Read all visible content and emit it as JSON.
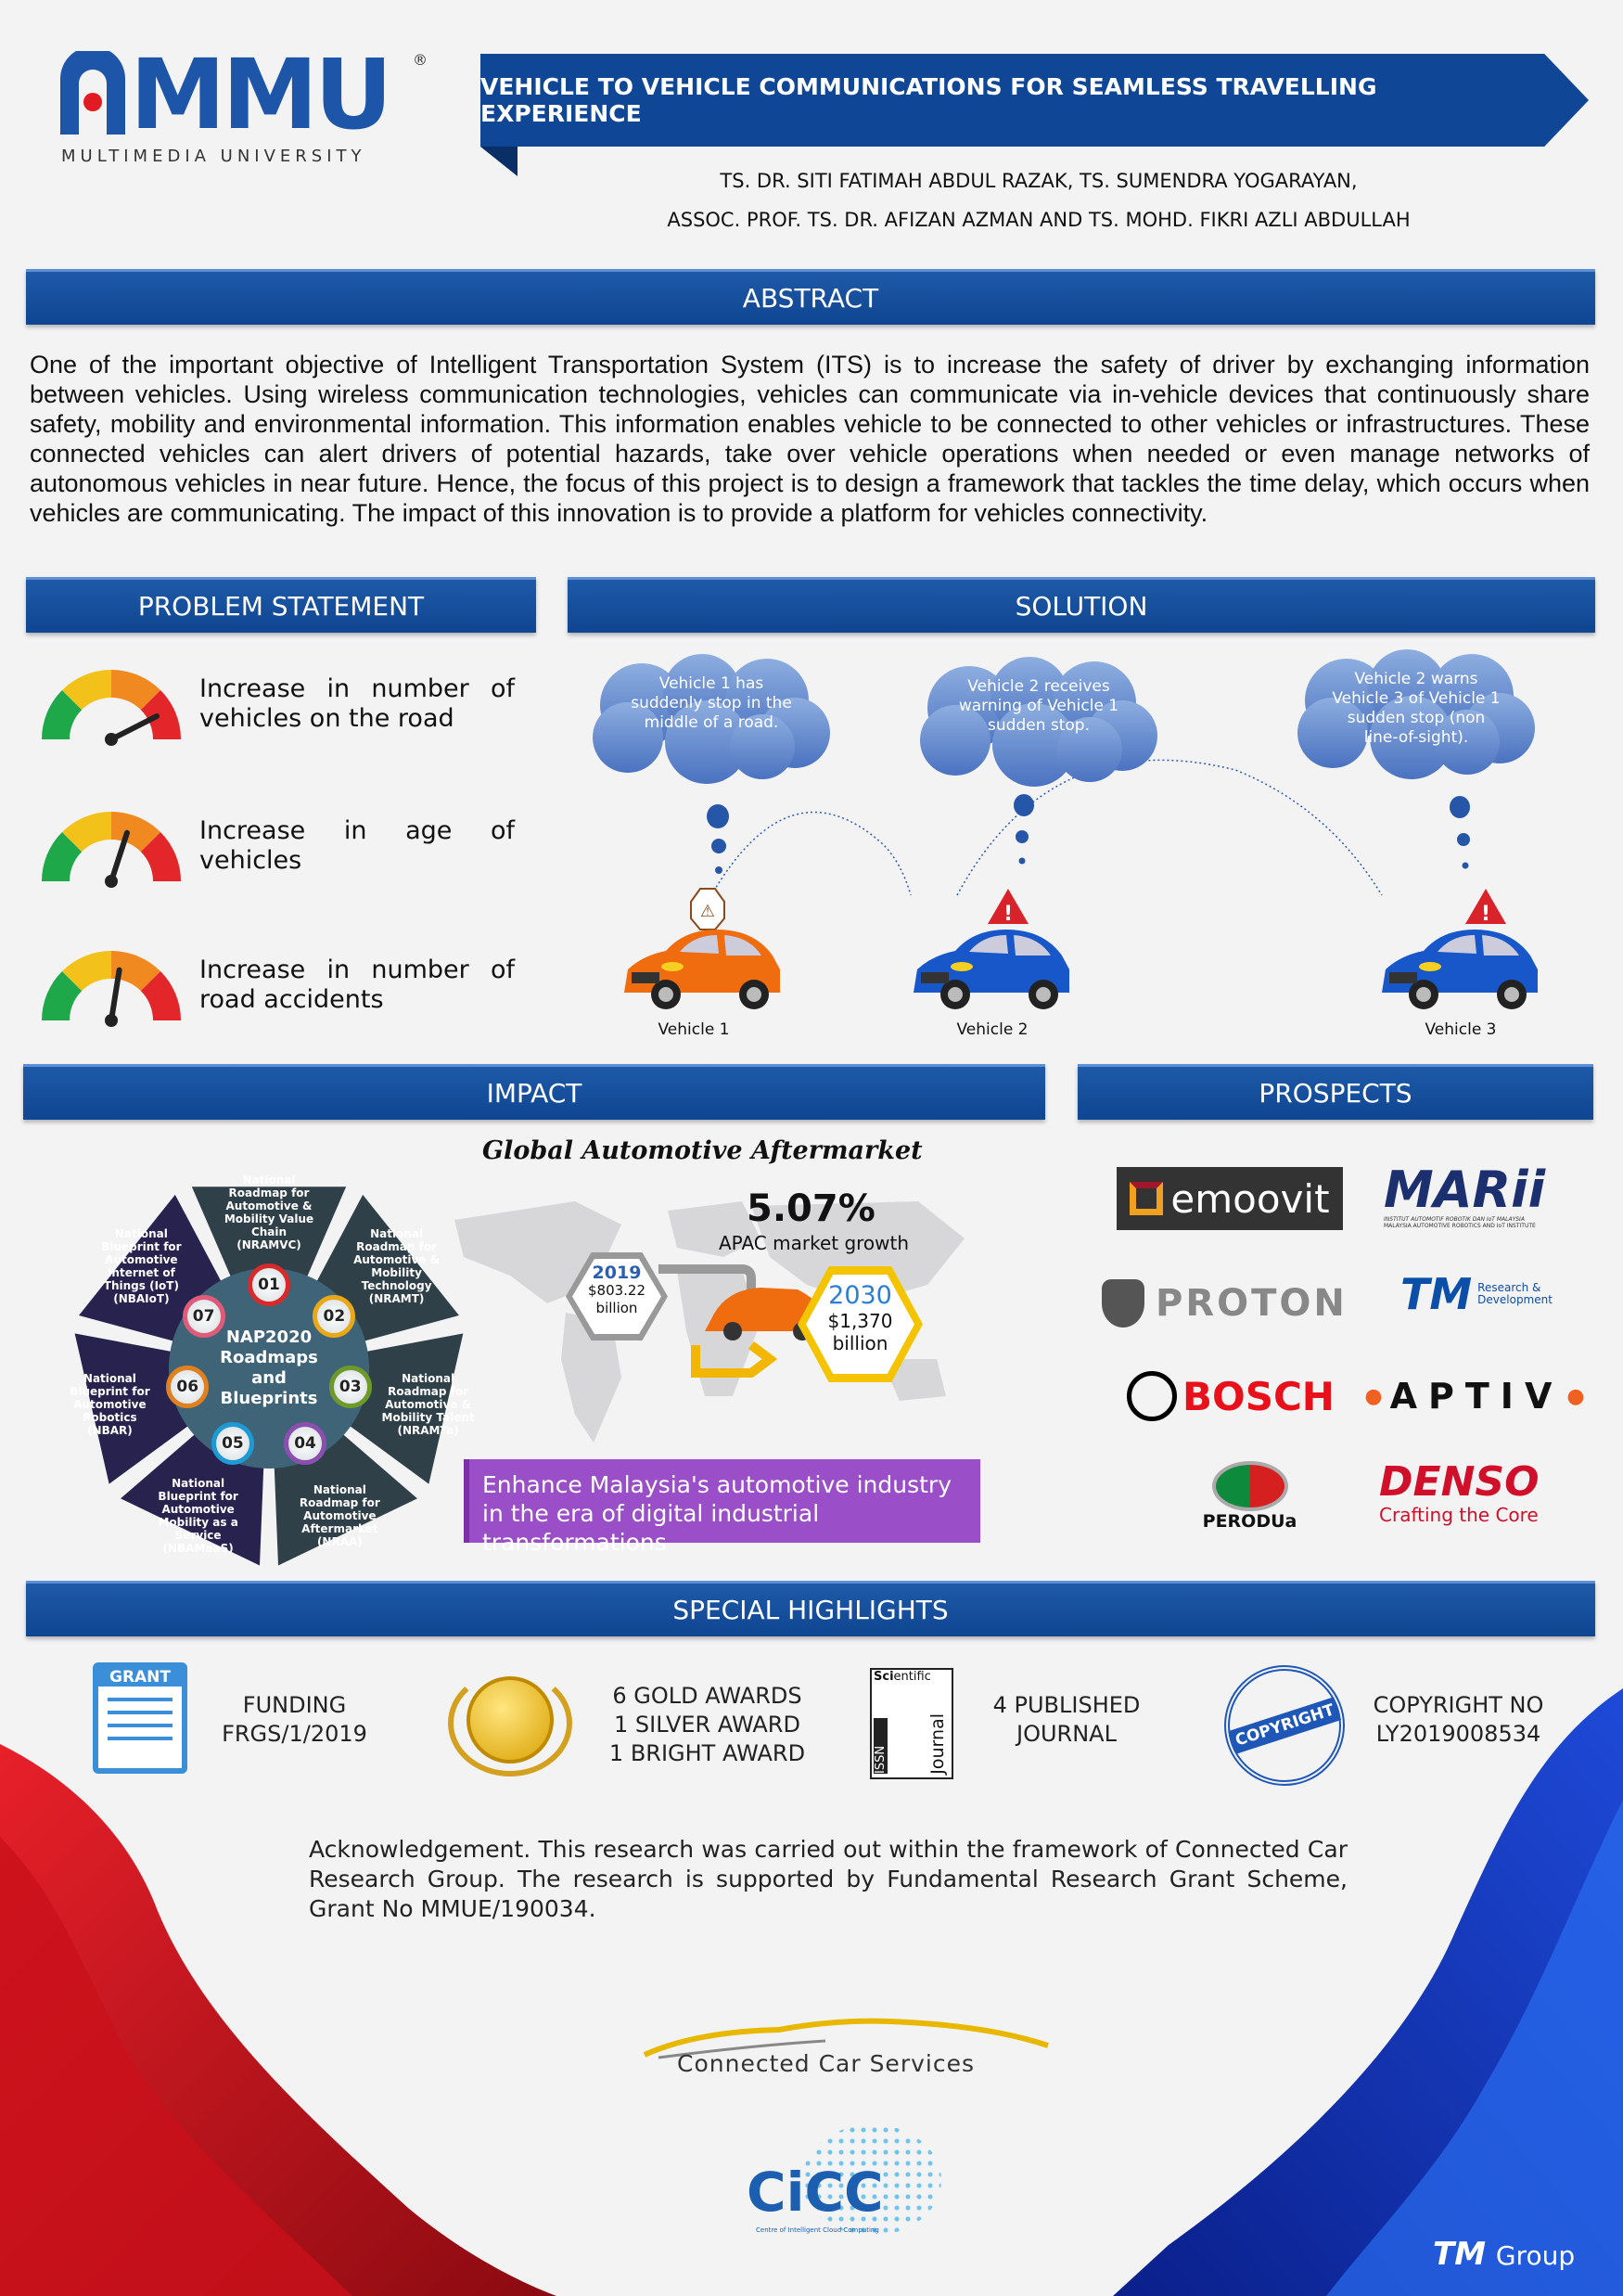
{
  "header": {
    "logo_text": "MMU",
    "logo_subtitle": "MULTIMEDIA UNIVERSITY",
    "logo_registered": "®",
    "title": "VEHICLE TO VEHICLE COMMUNICATIONS FOR SEAMLESS TRAVELLING EXPERIENCE",
    "authors_line1": "TS. DR. SITI FATIMAH ABDUL RAZAK, TS. SUMENDRA YOGARAYAN,",
    "authors_line2": "ASSOC. PROF. TS. DR. AFIZAN AZMAN AND TS. MOHD. FIKRI AZLI ABDULLAH"
  },
  "abstract": {
    "heading": "ABSTRACT",
    "text": "One of the important objective of Intelligent Transportation System (ITS) is to increase the safety of driver by exchanging information between vehicles. Using wireless communication technologies, vehicles can communicate via in-vehicle devices that continuously share safety, mobility and environmental information. This information enables vehicle to be connected to other vehicles or infrastructures. These connected vehicles can alert drivers of potential hazards, take over vehicle operations when needed or even manage networks of autonomous vehicles in near future. Hence, the focus of this project is to design a framework that tackles the time delay, which occurs when vehicles are communicating. The impact of this innovation is to provide a platform for vehicles connectivity."
  },
  "problem": {
    "heading": "PROBLEM STATEMENT",
    "items": [
      {
        "text": "Increase in number of vehicles on the road",
        "gauge_level": 0.85
      },
      {
        "text": "Increase in age of vehicles",
        "gauge_level": 0.6
      },
      {
        "text": "Increase in number of road accidents",
        "gauge_level": 0.55
      }
    ]
  },
  "solution": {
    "heading": "SOLUTION",
    "clouds": [
      "Vehicle 1 has suddenly stop in the middle of a road.",
      "Vehicle 2 receives warning of Vehicle 1 sudden stop.",
      "Vehicle 2 warns Vehicle 3 of Vehicle 1 sudden stop (non line-of-sight)."
    ],
    "vehicles": [
      {
        "label": "Vehicle 1",
        "color": "#ef6c0f"
      },
      {
        "label": "Vehicle 2",
        "color": "#1757c9"
      },
      {
        "label": "Vehicle 3",
        "color": "#1757c9"
      }
    ]
  },
  "impact": {
    "heading": "IMPACT",
    "nap_center": [
      "NAP2020",
      "Roadmaps",
      "and",
      "Blueprints"
    ],
    "nap_items": [
      {
        "num": "01",
        "text": "National Roadmap for Automotive & Mobility Value Chain (NRAMVC)",
        "ring": "#d82a2a"
      },
      {
        "num": "02",
        "text": "National Roadmap for Automotive & Mobility Technology (NRAMT)",
        "ring": "#e8a818"
      },
      {
        "num": "03",
        "text": "National Roadmap for Automotive & Mobility Talent (NRAMTa)",
        "ring": "#6e9a2a"
      },
      {
        "num": "04",
        "text": "National Roadmap for Automotive Aftermarket (NRAA)",
        "ring": "#8b4fb0"
      },
      {
        "num": "05",
        "text": "National Blueprint for Automotive Mobility as a Service (NBAMaaS)",
        "ring": "#1d9ad6"
      },
      {
        "num": "06",
        "text": "National Blueprint for Automotive Robotics (NBAR)",
        "ring": "#e0801e"
      },
      {
        "num": "07",
        "text": "National Blueprint for Automotive Internet of Things (IoT) (NBAIoT)",
        "ring": "#e05a7a"
      }
    ],
    "map_title": "Global Automotive Aftermarket",
    "growth": "5.07%",
    "growth_label": "APAC market growth",
    "y2019": {
      "year": "2019",
      "value": "$803.22",
      "unit": "billion"
    },
    "y2030": {
      "year": "2030",
      "value": "$1,370",
      "unit": "billion"
    },
    "banner": "Enhance Malaysia's automotive industry in the era of digital industrial transformations"
  },
  "prospects": {
    "heading": "PROSPECTS",
    "logos": {
      "emoovit": "emoovit",
      "marii": "MARii",
      "marii_sub1": "INSTITUT AUTOMOTIF ROBOTIK DAN IoT MALAYSIA",
      "marii_sub2": "MALAYSIA AUTOMOTIVE ROBOTICS AND IoT INSTITUTE",
      "proton": "PROTON",
      "tm": "TM",
      "tm_sub1": "Research &",
      "tm_sub2": "Development",
      "bosch": "BOSCH",
      "aptiv": "APTIV",
      "perodua": "PERODUa",
      "denso": "DENSO",
      "denso_sub": "Crafting the Core"
    }
  },
  "highlights": {
    "heading": "SPECIAL HIGHLIGHTS",
    "grant_icon_label": "GRANT",
    "funding": [
      "FUNDING",
      "FRGS/1/2019"
    ],
    "awards": [
      "6 GOLD AWARDS",
      "1 SILVER AWARD",
      "1 BRIGHT AWARD"
    ],
    "journal_icon": {
      "sci": "Sci",
      "entific": "entific",
      "journal": "Journal",
      "issn": "ISSN"
    },
    "journal": [
      "4 PUBLISHED",
      "JOURNAL"
    ],
    "copyright_stamp": "COPYRIGHT",
    "copyright": [
      "COPYRIGHT NO",
      "LY2019008534"
    ]
  },
  "acknowledgement": "Acknowledgement. This research was carried out within the framework of Connected Car Research Group. The research is supported by Fundamental Research Grant Scheme, Grant No MMUE/190034.",
  "footer": {
    "connected_car": "Connected Car Services",
    "cicc": "CiCC",
    "cicc_sub": "Centre of Intelligent Cloud Computing",
    "tm_group": "TM",
    "tm_group_word": "Group"
  }
}
